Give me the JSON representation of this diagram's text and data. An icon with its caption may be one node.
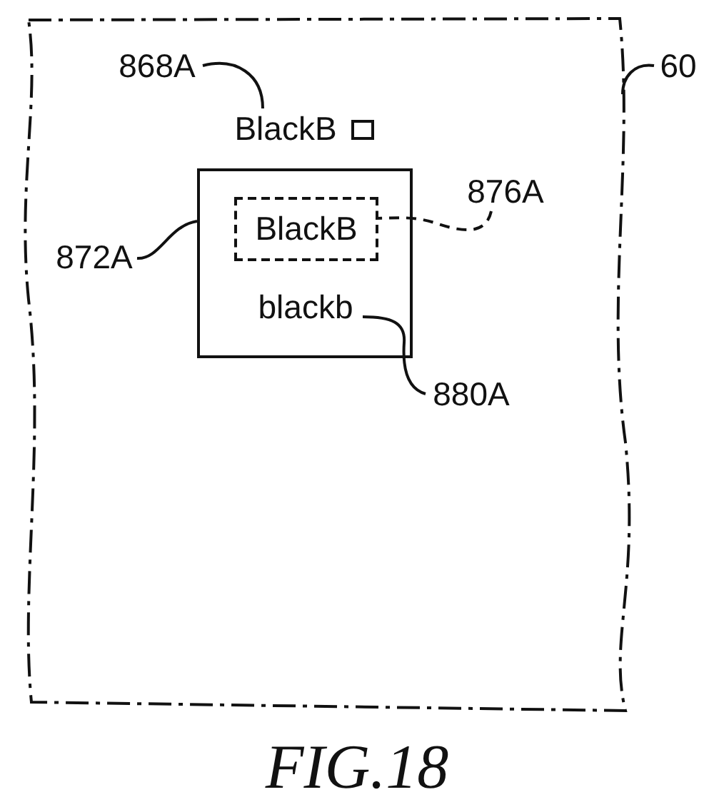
{
  "diagram": {
    "caption": "FIG.18",
    "nodes": [
      {
        "text": [],
        "shape": "box"
      },
      {
        "text": [
          "BlackB"
        ],
        "in": 0
      },
      {
        "text": [],
        "shape": "box",
        "in": 0
      },
      {
        "text": [
          "BlackB"
        ],
        "in": 2
      },
      {
        "text": [
          "blackb"
        ],
        "in": 2
      },
      {
        "text": [
          "868A"
        ],
        "in": 0
      },
      {
        "text": [
          "60"
        ]
      },
      {
        "text": [
          "872A"
        ],
        "in": 0
      },
      {
        "text": [
          "876A"
        ],
        "in": 0
      },
      {
        "text": [
          "880A"
        ],
        "in": 0
      }
    ],
    "edges": [
      {
        "from": 5,
        "to": 1,
        "arrow": "none"
      },
      {
        "from": 6,
        "to": 0,
        "arrow": "none"
      },
      {
        "from": 7,
        "to": 2,
        "arrow": "none"
      },
      {
        "from": 8,
        "to": 3,
        "arrow": "none",
        "style": "dashed"
      },
      {
        "from": 9,
        "to": 4,
        "arrow": "none"
      }
    ]
  }
}
